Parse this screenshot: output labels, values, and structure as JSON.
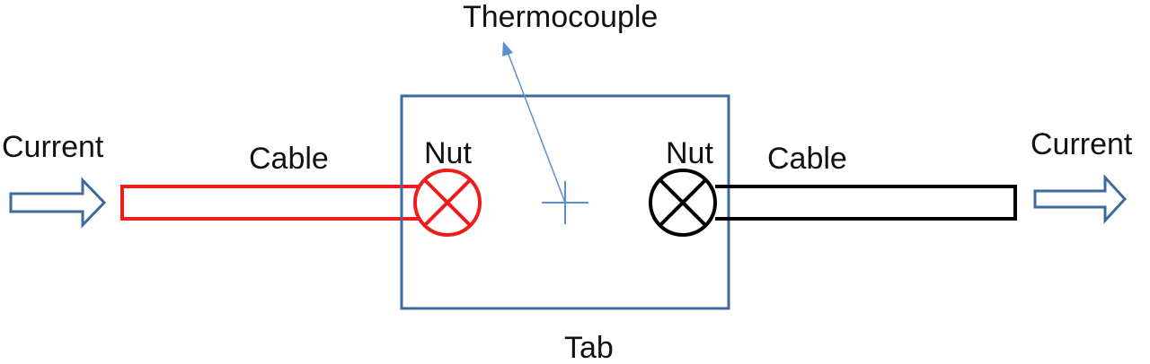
{
  "labels": {
    "current_left": "Current",
    "current_right": "Current",
    "cable_left": "Cable",
    "cable_right": "Cable",
    "nut_left": "Nut",
    "nut_right": "Nut",
    "thermocouple": "Thermocouple",
    "tab": "Tab"
  },
  "colors": {
    "arrow": "#3d6a9e",
    "tab_border": "#3d6a9e",
    "thermocouple": "#5b8fd0",
    "left_cable": "#ee1c1c",
    "right_cable": "#000000"
  }
}
